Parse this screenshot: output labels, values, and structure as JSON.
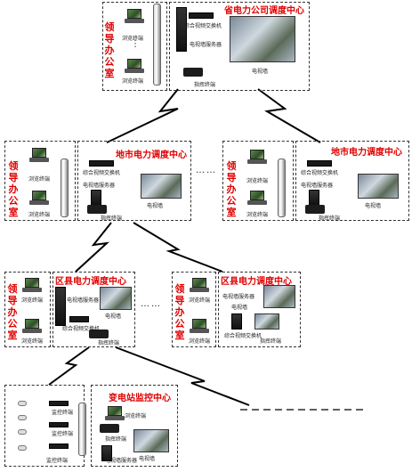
{
  "provincial": {
    "title": "省电力公司调度中心",
    "office_label": "领导办公室",
    "terminal_label_top": "浏览终端",
    "terminal_label_bottom": "浏览终端",
    "switch_label": "综合视频交换机",
    "server_label": "电视墙服务器",
    "videowall_label": "电视墙",
    "console_label": "指挥终端"
  },
  "prefecture": [
    {
      "title": "地市电力调度中心",
      "office_label": "领导办公室",
      "terminal_label_top": "浏览终端",
      "terminal_label_bottom": "浏览终端",
      "switch_label": "综合视频交换机",
      "server_label": "电视墙服务器",
      "videowall_label": "电视墙",
      "console_label": "指挥终端"
    },
    {
      "title": "地市电力调度中心",
      "office_label": "领导办公室",
      "terminal_label_top": "浏览终端",
      "terminal_label_bottom": "浏览终端",
      "switch_label": "综合视频交换机",
      "server_label": "电视墙服务器",
      "videowall_label": "电视墙",
      "console_label": "指挥终端"
    }
  ],
  "county": [
    {
      "title": "区县电力调度中心",
      "office_label": "领导办公室",
      "terminal_label_top": "浏览终端",
      "terminal_label_bottom": "浏览终端",
      "switch_label": "综合视频交换机",
      "server_label": "电视墙服务器",
      "videowall_label": "电视墙",
      "console_label": "指挥终端"
    },
    {
      "title": "区县电力调度中心",
      "office_label": "领导办公室",
      "terminal_label_top": "浏览终端",
      "terminal_label_bottom": "浏览终端",
      "switch_label": "综合视频交换机",
      "server_label": "电视墙服务器",
      "videowall_label": "电视墙",
      "console_label": "指挥终端"
    }
  ],
  "substation": {
    "title": "变电站监控中心",
    "monitor_labels": [
      "监控终端",
      "监控终端",
      "监控终端"
    ],
    "browse_label": "浏览终端",
    "console_label": "指挥终端",
    "videowall_label": "电视墙",
    "server_label": "电视墙服务器"
  },
  "ellipsis": "……",
  "dots_vertical": "⋮"
}
